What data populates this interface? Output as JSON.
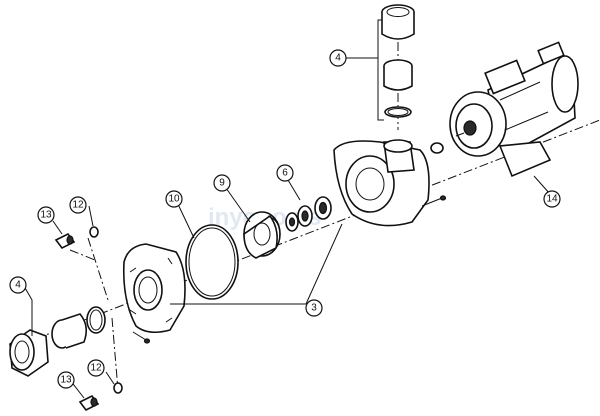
{
  "diagram": {
    "callouts": [
      {
        "key": "c4a",
        "number": "4"
      },
      {
        "key": "c6",
        "number": "6"
      },
      {
        "key": "c9",
        "number": "9"
      },
      {
        "key": "c10",
        "number": "10"
      },
      {
        "key": "c12a",
        "number": "12"
      },
      {
        "key": "c13a",
        "number": "13"
      },
      {
        "key": "c4b",
        "number": "4"
      },
      {
        "key": "c3",
        "number": "3"
      },
      {
        "key": "c14",
        "number": "14"
      },
      {
        "key": "c12b",
        "number": "12"
      },
      {
        "key": "c13b",
        "number": "13"
      }
    ],
    "watermark": "inyopools"
  }
}
